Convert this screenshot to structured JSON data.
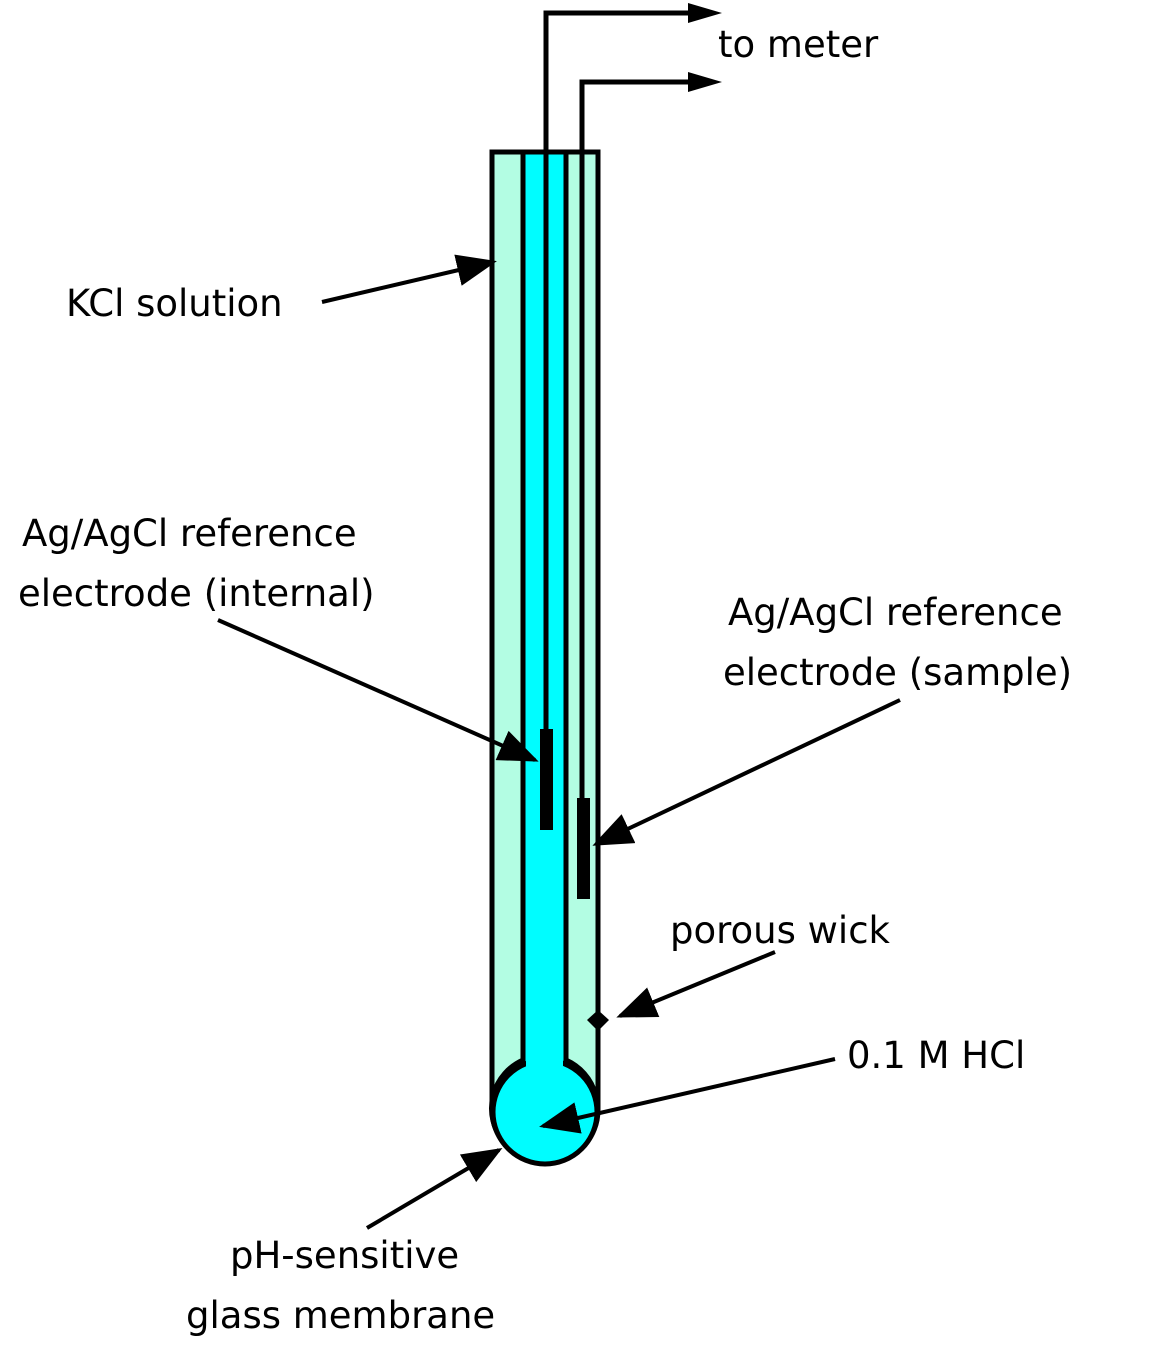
{
  "diagram": {
    "title": "pH glass electrode (combination electrode)",
    "colors": {
      "kcl_solution": "#b3fde3",
      "hcl_solution": "#00fdff",
      "outline": "#000000",
      "background": "#ffffff"
    },
    "labels": {
      "to_meter": "to meter",
      "kcl_solution": "KCl solution",
      "internal_ref_line1": "Ag/AgCl reference",
      "internal_ref_line2": "electrode (internal)",
      "sample_ref_line1": "Ag/AgCl reference",
      "sample_ref_line2": "electrode (sample)",
      "porous_wick": "porous wick",
      "hcl": "0.1 M HCl",
      "membrane_line1": "pH-sensitive",
      "membrane_line2": "glass membrane"
    }
  }
}
